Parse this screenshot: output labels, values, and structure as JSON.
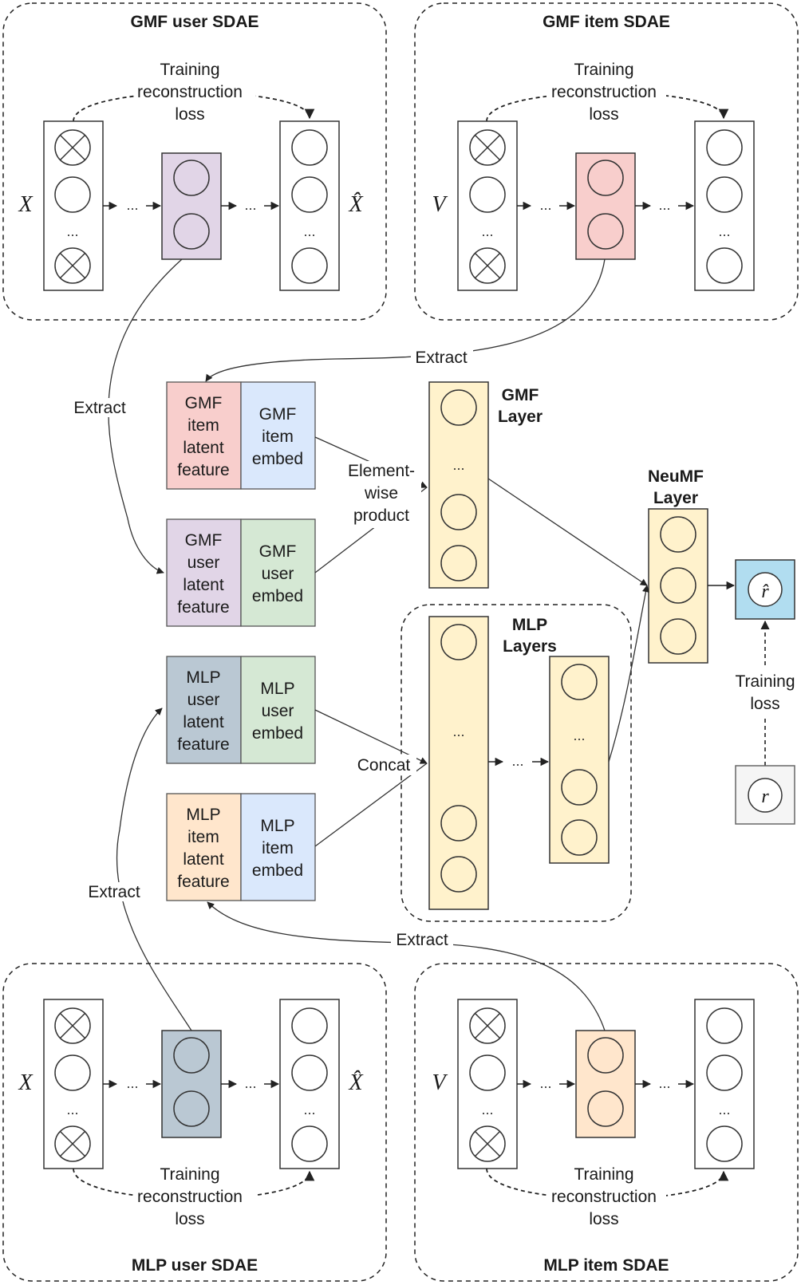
{
  "sdae_panels": {
    "gmf_user": {
      "title": "GMF user SDAE",
      "input_symbol": "X",
      "output_symbol": "X̂",
      "loss_line1": "Training",
      "loss_line2": "reconstruction",
      "loss_line3": "loss"
    },
    "gmf_item": {
      "title": "GMF item SDAE",
      "input_symbol": "V",
      "loss_line1": "Training",
      "loss_line2": "reconstruction",
      "loss_line3": "loss"
    },
    "mlp_user": {
      "title": "MLP user SDAE",
      "input_symbol": "X",
      "output_symbol": "X̂",
      "loss_line1": "Training",
      "loss_line2": "reconstruction",
      "loss_line3": "loss"
    },
    "mlp_item": {
      "title": "MLP item SDAE",
      "input_symbol": "V",
      "loss_line1": "Training",
      "loss_line2": "reconstruction",
      "loss_line3": "loss"
    }
  },
  "extract_label": "Extract",
  "blocks": {
    "gmf_item_latent": [
      "GMF",
      "item",
      "latent",
      "feature"
    ],
    "gmf_item_embed": [
      "GMF",
      "item",
      "embed"
    ],
    "gmf_user_latent": [
      "GMF",
      "user",
      "latent",
      "feature"
    ],
    "gmf_user_embed": [
      "GMF",
      "user",
      "embed"
    ],
    "mlp_user_latent": [
      "MLP",
      "user",
      "latent",
      "feature"
    ],
    "mlp_user_embed": [
      "MLP",
      "user",
      "embed"
    ],
    "mlp_item_latent": [
      "MLP",
      "item",
      "latent",
      "feature"
    ],
    "mlp_item_embed": [
      "MLP",
      "item",
      "embed"
    ]
  },
  "element_wise": [
    "Element-",
    "wise",
    "product"
  ],
  "concat_label": "Concat",
  "gmf_layer": [
    "GMF",
    "Layer"
  ],
  "mlp_layers": [
    "MLP",
    "Layers"
  ],
  "neumf_layer": [
    "NeuMF",
    "Layer"
  ],
  "prediction_symbol": "r̂",
  "target_symbol": "r",
  "training_loss": [
    "Training",
    "loss"
  ],
  "ellipsis": "...",
  "colors": {
    "purple": "#e1d5e7",
    "pink": "#f8cecc",
    "blue": "#dae8fc",
    "green": "#d5e8d4",
    "slate": "#bac8d3",
    "peach": "#ffe6cc",
    "yellow": "#fff2cc",
    "cyan": "#b1ddf0",
    "grey": "#f5f5f5"
  }
}
